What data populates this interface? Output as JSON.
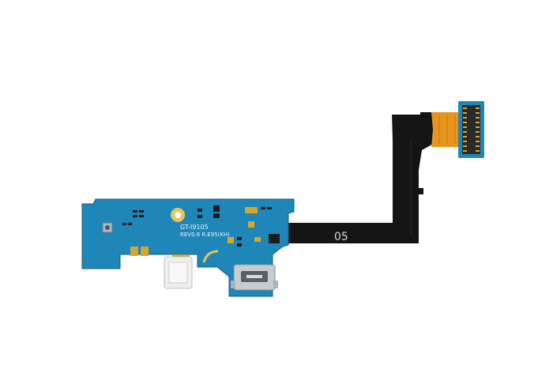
{
  "product": {
    "model_text": "GT-I9105",
    "revision_text": "REV0.6  R.E95(KH)",
    "flex_number": "05"
  },
  "colors": {
    "background": "#ffffff",
    "pcb_blue": "#1f86b8",
    "pcb_dark": "#155f86",
    "flex_black": "#141414",
    "flex_orange": "#e8951e",
    "gold": "#d7a72a",
    "connector_dark": "#2a2a2a",
    "usb_silver": "#c8cbd0"
  }
}
